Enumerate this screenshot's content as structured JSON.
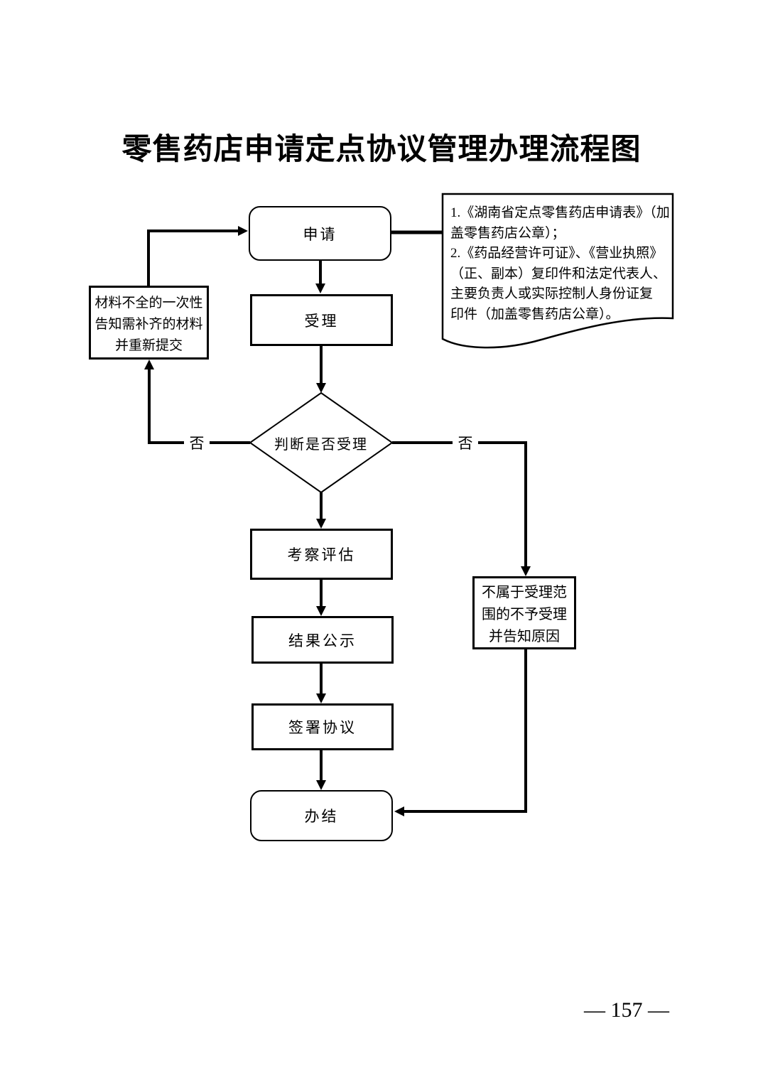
{
  "title": "零售药店申请定点协议管理办理流程图",
  "nodes": {
    "apply": "申请",
    "accept": "受理",
    "decision": "判断是否受理",
    "evaluate": "考察评估",
    "publicity": "结果公示",
    "sign": "签署协议",
    "complete": "办结"
  },
  "branch_labels": {
    "no_left": "否",
    "no_right": "否"
  },
  "side_boxes": {
    "resubmit": {
      "lines": [
        "材料不全的一次性",
        "告知需补齐的材料",
        "并重新提交"
      ]
    },
    "reject": {
      "lines": [
        "不属于受理范",
        "围的不予受理",
        "并告知原因"
      ]
    }
  },
  "annotation": {
    "lines": [
      "1.《湖南省定点零售药店申请表》（加",
      "盖零售药店公章）；",
      "2.《药品经营许可证》、《营业执照》",
      "（正、副本）复印件和法定代表人、",
      "主要负责人或实际控制人身份证复",
      "印件（加盖零售药店公章）。"
    ]
  },
  "page_number": "— 157 —",
  "colors": {
    "line": "#000000",
    "background": "#ffffff",
    "text": "#000000"
  }
}
